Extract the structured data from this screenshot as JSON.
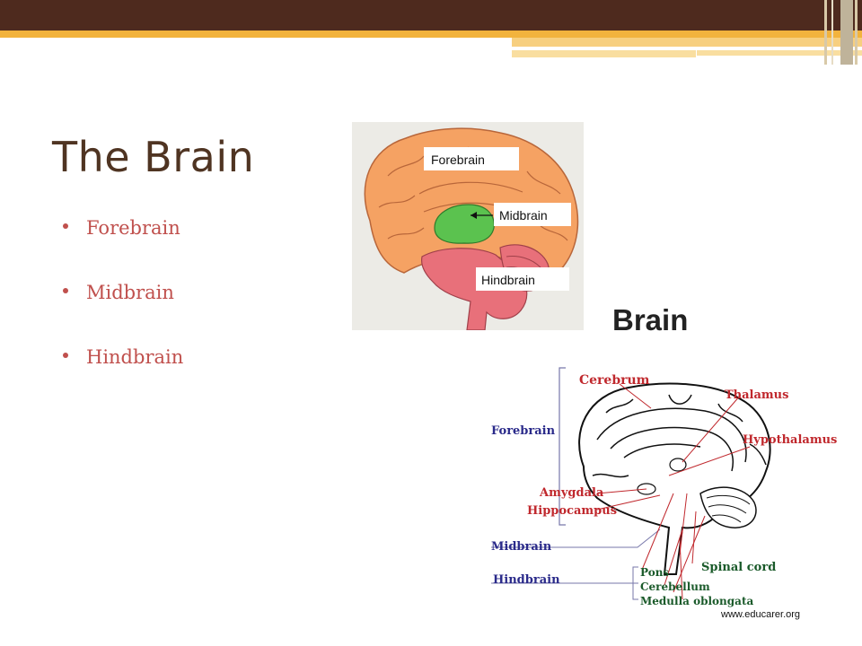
{
  "slide": {
    "title": "The Brain",
    "bullets": [
      "Forebrain",
      "Midbrain",
      "Hindbrain"
    ]
  },
  "figure_simple": {
    "labels": {
      "forebrain": "Forebrain",
      "midbrain": "Midbrain",
      "hindbrain": "Hindbrain"
    }
  },
  "figure_detailed": {
    "title": "Brain",
    "labels": {
      "cerebrum": "Cerebrum",
      "thalamus": "Thalamus",
      "hypothalamus": "Hypothalamus",
      "forebrain": "Forebrain",
      "amygdala": "Amygdala",
      "hippocampus": "Hippocampus",
      "midbrain": "Midbrain",
      "hindbrain": "Hindbrain",
      "spinal_cord": "Spinal cord",
      "pons": "Pons",
      "cerebellum": "Cerebellum",
      "medulla": "Medulla oblongata"
    },
    "credit": "www.educarer.org"
  },
  "colors": {
    "title": "#4f3422",
    "bullet": "#c0504d",
    "bar_dark": "#4e2a1e",
    "bar_gold": "#f2b33d",
    "cortex": "#f5a263",
    "midbrain": "#5bc24f",
    "hindbrain": "#e8707a",
    "label_red": "#c0282d",
    "label_blue": "#2a2a8a"
  }
}
